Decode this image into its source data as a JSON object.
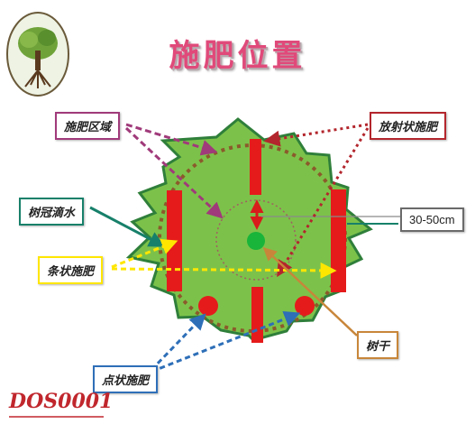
{
  "title": "施肥位置",
  "logo": {
    "icon": "tree-logo-icon"
  },
  "labels": {
    "fertilize_zone": "施肥区域",
    "radial_fertilize": "放射状施肥",
    "canopy_drip": "树冠滴水",
    "distance": "30-50cm",
    "strip_fertilize": "条状施肥",
    "trunk": "树干",
    "spot_fertilize": "点状施肥"
  },
  "watermark": "DOS0001",
  "colors": {
    "canopy_fill": "#7cc24a",
    "canopy_stroke": "#2f7f3a",
    "bar_red": "#e51b1b",
    "trunk_green": "#19b43a",
    "title_pink": "#e04a7a",
    "arrow_purple": "#a03a7a",
    "arrow_darkred": "#b3262d",
    "arrow_teal": "#17806a",
    "arrow_yellow": "#ffe600",
    "arrow_blue": "#2e6fb8",
    "arrow_brown": "#c8863a",
    "arrow_gray": "#8a8a8a"
  }
}
